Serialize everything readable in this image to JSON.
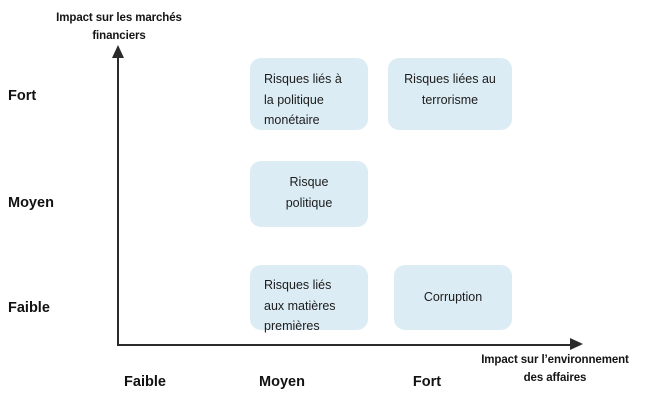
{
  "chart_data": {
    "type": "scatter",
    "title": "",
    "xlabel": "Impact sur l’environnement des affaires",
    "ylabel": "Impact sur les marchés financiers",
    "x_ticks": [
      "Faible",
      "Moyen",
      "Fort"
    ],
    "y_ticks": [
      "Fort",
      "Moyen",
      "Faible"
    ],
    "grid": false,
    "legend": "none",
    "accent_color": "#dcecf4",
    "axis_color": "#2b2b2b",
    "items": [
      {
        "label": "Risques liés à la politique monétaire",
        "x": "Moyen",
        "y": "Fort",
        "align": "left"
      },
      {
        "label": "Risques liées au terrorisme",
        "x": "Fort",
        "y": "Fort",
        "align": "center"
      },
      {
        "label": "Risque politique",
        "x": "Moyen",
        "y": "Moyen",
        "align": "center"
      },
      {
        "label": "Risques liés aux matières premières",
        "x": "Moyen",
        "y": "Faible",
        "align": "left"
      },
      {
        "label": "Corruption",
        "x": "Fort",
        "y": "Faible",
        "align": "center"
      }
    ]
  },
  "axes": {
    "y_title_line1": "Impact sur les marchés",
    "y_title_line2": "financiers",
    "x_title_line1": "Impact sur l’environnement",
    "x_title_line2": "des affaires"
  },
  "y_ticks": [
    {
      "label": "Fort"
    },
    {
      "label": "Moyen"
    },
    {
      "label": "Faible"
    }
  ],
  "x_ticks": [
    {
      "label": "Faible"
    },
    {
      "label": "Moyen"
    },
    {
      "label": "Fort"
    }
  ],
  "boxes": [
    {
      "line1": "Risques liés à",
      "line2": "la politique",
      "line3": "monétaire"
    },
    {
      "line1": "Risques liées au",
      "line2": "terrorisme",
      "line3": ""
    },
    {
      "line1": "Risque",
      "line2": "politique",
      "line3": ""
    },
    {
      "line1": "Risques liés",
      "line2": "aux matières",
      "line3": "premières"
    },
    {
      "line1": "Corruption",
      "line2": "",
      "line3": ""
    }
  ]
}
